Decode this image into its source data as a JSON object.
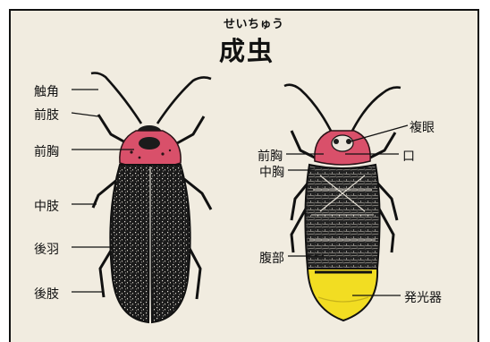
{
  "title_ruby": "せいちゅう",
  "title": "成虫",
  "labels_left": {
    "antenna": "触角",
    "foreleg": "前肢",
    "prothorax": "前胸",
    "midleg": "中肢",
    "wing": "後羽",
    "hindleg": "後肢"
  },
  "labels_right": {
    "compound_eye": "複眼",
    "prothorax": "前胸",
    "mouth": "口",
    "mesothorax": "中胸",
    "abdomen": "腹部",
    "light_organ": "発光器"
  },
  "colors": {
    "background": "#f1ece0",
    "prothorax": "#d9506a",
    "light_organ": "#f2dd22",
    "body": "#1b1b1b"
  }
}
